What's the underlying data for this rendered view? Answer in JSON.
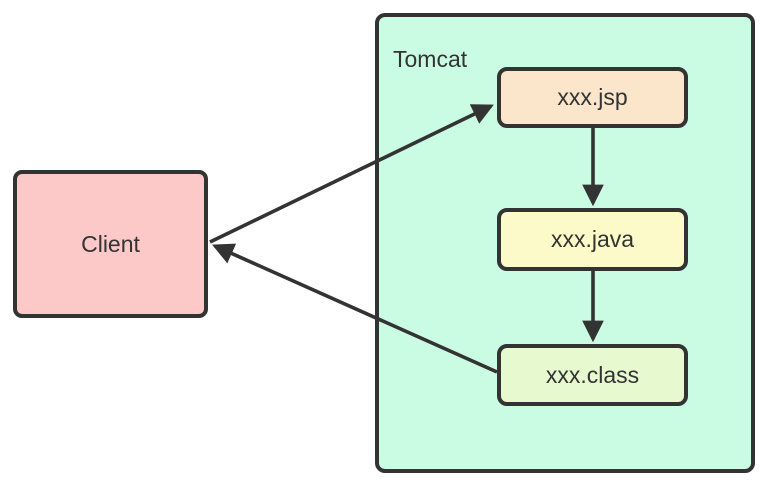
{
  "diagram": {
    "container": {
      "label": "Tomcat",
      "fill": "#cafce3"
    },
    "nodes": {
      "client": {
        "label": "Client",
        "fill": "#fcc8c8"
      },
      "jsp": {
        "label": "xxx.jsp",
        "fill": "#fbe5cb"
      },
      "java": {
        "label": "xxx.java",
        "fill": "#fcfac9"
      },
      "class": {
        "label": "xxx.class",
        "fill": "#e6f9cf"
      }
    },
    "edges": [
      {
        "from": "Client",
        "to": "xxx.jsp",
        "arrowhead_at": "xxx.jsp"
      },
      {
        "from": "xxx.jsp",
        "to": "xxx.java",
        "arrowhead_at": "xxx.java"
      },
      {
        "from": "xxx.java",
        "to": "xxx.class",
        "arrowhead_at": "xxx.class"
      },
      {
        "from": "xxx.class",
        "to": "Client",
        "arrowhead_at": "Client"
      }
    ],
    "style": {
      "stroke_color": "#333333",
      "text_color": "#333333",
      "background": "#ffffff"
    }
  }
}
